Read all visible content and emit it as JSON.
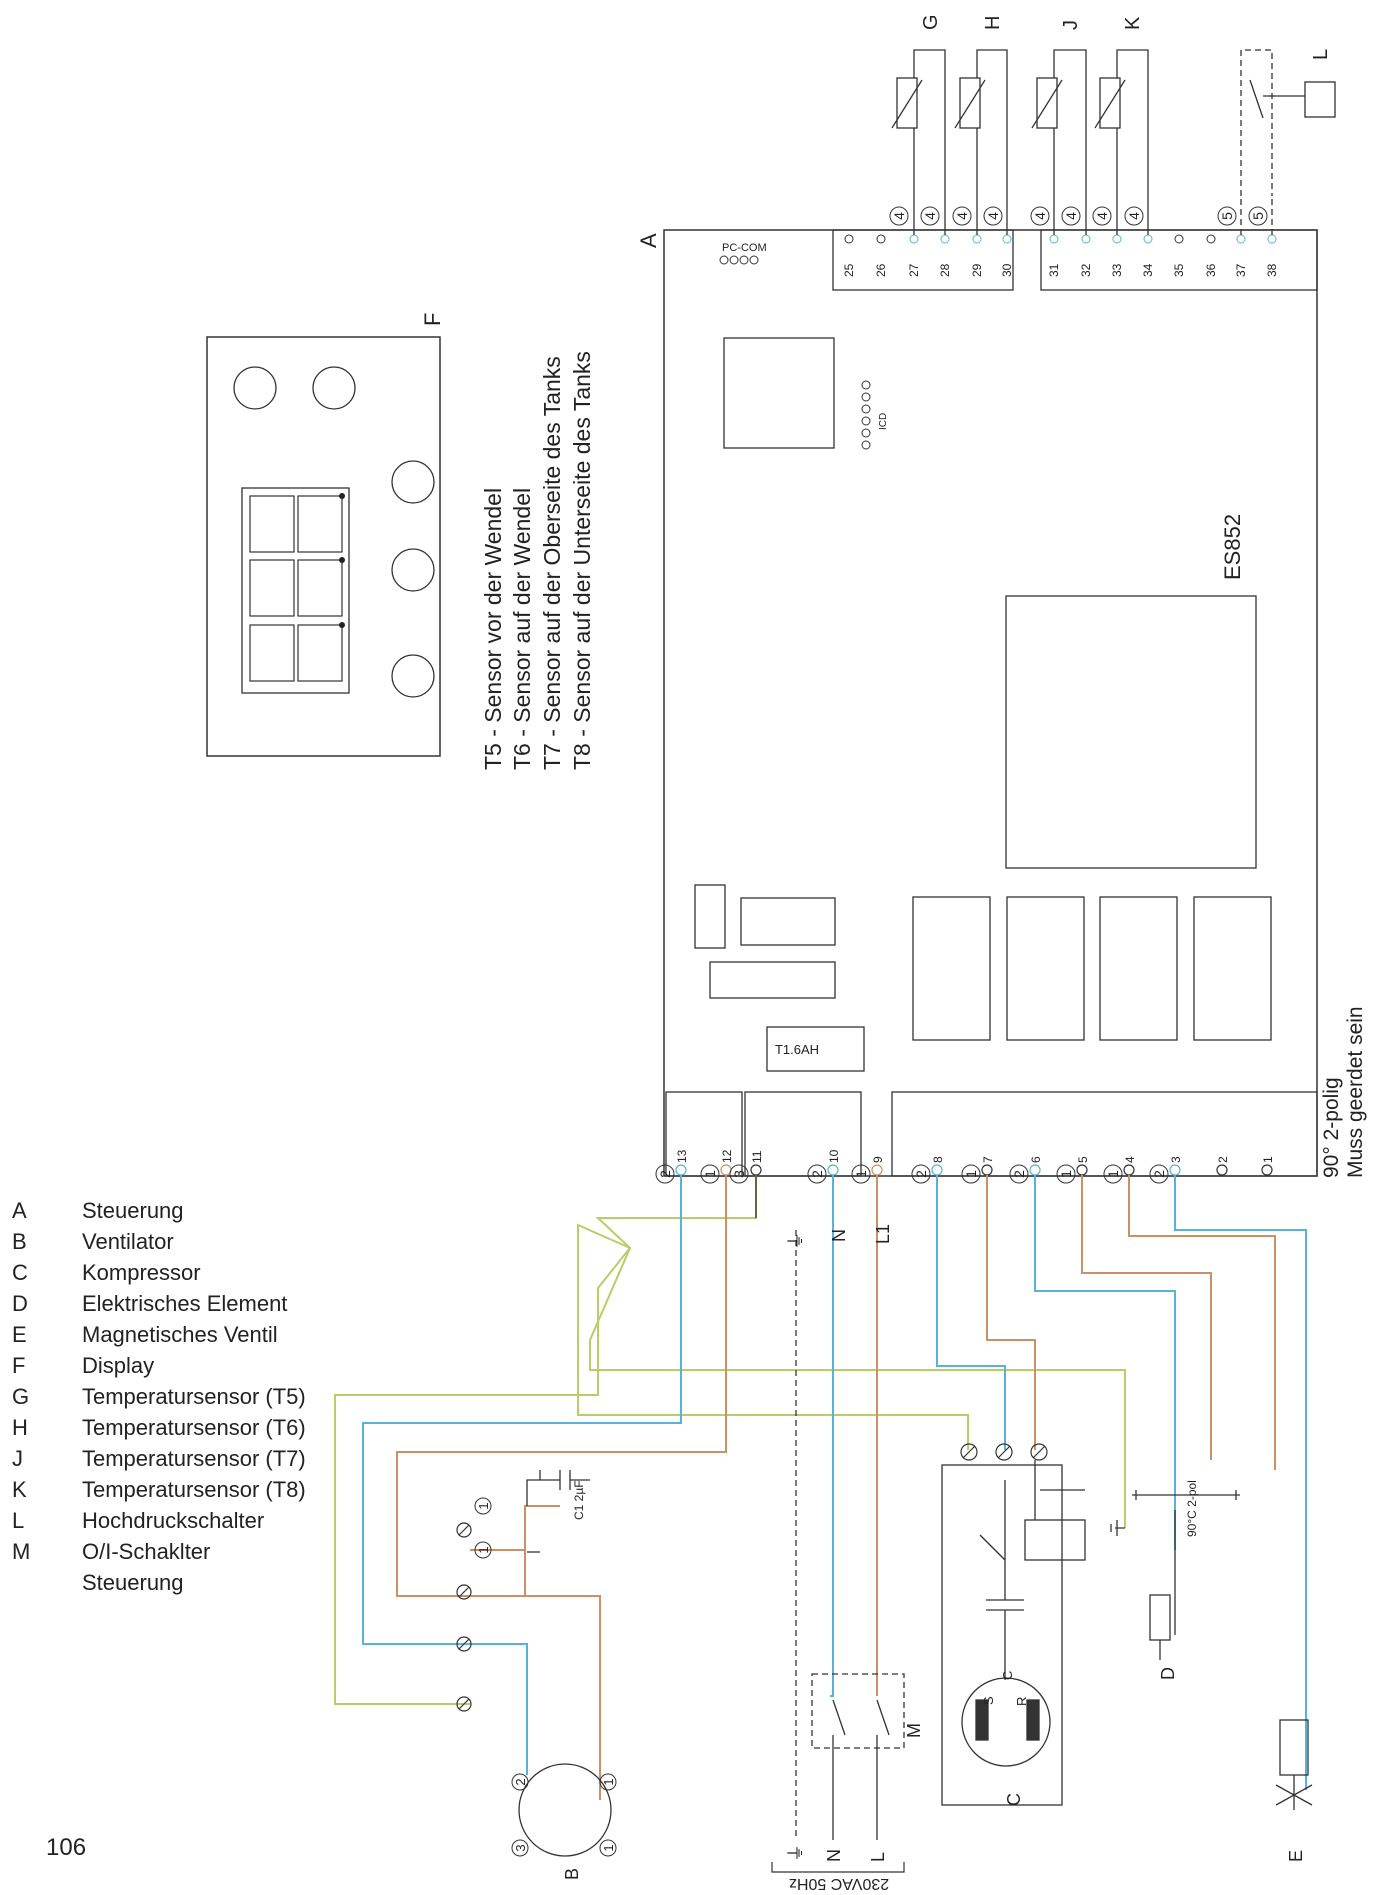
{
  "legend": [
    {
      "key": "A",
      "text": "Steuerung"
    },
    {
      "key": "B",
      "text": "Ventilator"
    },
    {
      "key": "C",
      "text": "Kompressor"
    },
    {
      "key": "D",
      "text": "Elektrisches Element"
    },
    {
      "key": "E",
      "text": "Magnetisches Ventil"
    },
    {
      "key": "F",
      "text": "Display"
    },
    {
      "key": "G",
      "text": "Temperatursensor (T5)"
    },
    {
      "key": "H",
      "text": "Temperatursensor (T6)"
    },
    {
      "key": "J",
      "text": "Temperatursensor (T7)"
    },
    {
      "key": "K",
      "text": "Temperatursensor (T8)"
    },
    {
      "key": "L",
      "text": "Hochdruckschalter"
    },
    {
      "key": "M",
      "text": "O/I-Schaklter Steuerung"
    }
  ],
  "page_number": "106",
  "sensor_notes": [
    "T5  -  Sensor vor der Wendel",
    "T6  -  Sensor auf der Wendel",
    "T7  -  Sensor auf der Oberseite des Tanks",
    "T8  -  Sensor auf der Unterseite des Tanks"
  ],
  "board": {
    "label": "A",
    "model": "ES852",
    "fuse": "T1.6AH",
    "pc_com": "PC-COM",
    "icd": "ICD",
    "top_terminals": [
      "25",
      "26",
      "27",
      "28",
      "29",
      "30",
      "31",
      "32",
      "33",
      "34",
      "35",
      "36",
      "37",
      "38"
    ],
    "bottom_terminals": [
      "13",
      "12",
      "11",
      "10",
      "9",
      "8",
      "7",
      "6",
      "5",
      "4",
      "3",
      "2",
      "1"
    ]
  },
  "display_label": "F",
  "sensor_labels": [
    "G",
    "H",
    "J",
    "K"
  ],
  "switch_label": "L",
  "wire_markers": {
    "top": [
      "4",
      "4",
      "4",
      "4",
      "4",
      "4",
      "4",
      "4",
      "5",
      "5"
    ],
    "bottom": [
      "2",
      "1",
      "3",
      "2",
      "1",
      "2",
      "1",
      "2",
      "1",
      "1",
      "2"
    ]
  },
  "supply": {
    "ground": "⏚",
    "n": "N",
    "l1": "L1",
    "caption": "230VAC 50Hz",
    "n_bottom": "N",
    "l_bottom": "L"
  },
  "notes": {
    "ground_note_1": "90° 2-polig",
    "ground_note_2": "Muss geerdet sein",
    "thermo_note": "90°C 2-pol"
  },
  "components": {
    "fan": "B",
    "compressor": "C",
    "heater": "D",
    "valve": "E",
    "main_switch": "M",
    "capacitor": "C1 2µF",
    "s": "S",
    "r": "R",
    "c": "C"
  },
  "fan_markers": [
    "1",
    "1",
    "2",
    "1",
    "3",
    "1"
  ],
  "colors": {
    "line": "#333333",
    "blue": "#5ab3d6",
    "brown": "#c8916a",
    "green_yellow": "#b8cc6a"
  }
}
